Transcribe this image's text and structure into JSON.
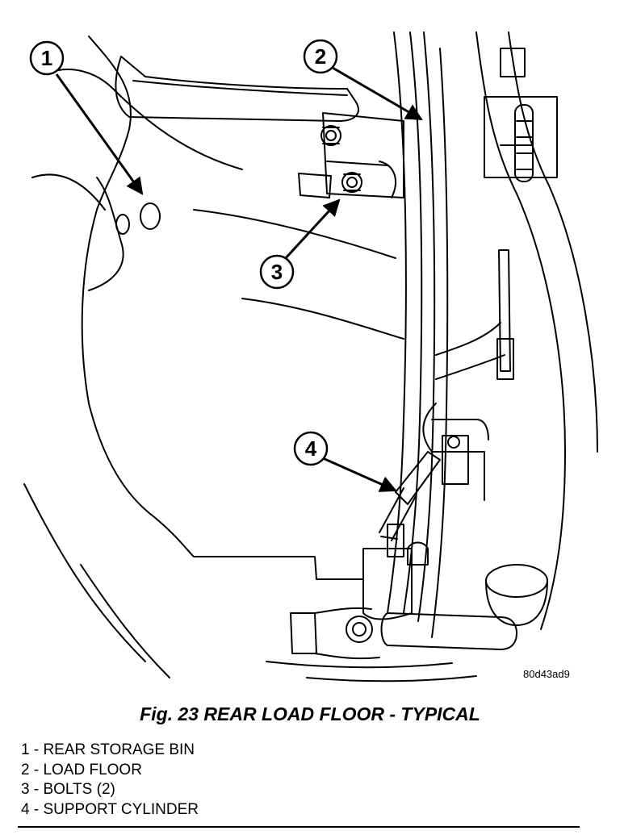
{
  "figure": {
    "reference_code": "80d43ad9",
    "caption": "Fig. 23 REAR LOAD FLOOR - TYPICAL"
  },
  "callouts": [
    "1",
    "2",
    "3",
    "4"
  ],
  "legend": [
    {
      "number": "1",
      "text": "1 - REAR STORAGE BIN"
    },
    {
      "number": "2",
      "text": "2 - LOAD FLOOR"
    },
    {
      "number": "3",
      "text": "3 - BOLTS (2)"
    },
    {
      "number": "4",
      "text": "4 - SUPPORT CYLINDER"
    }
  ]
}
